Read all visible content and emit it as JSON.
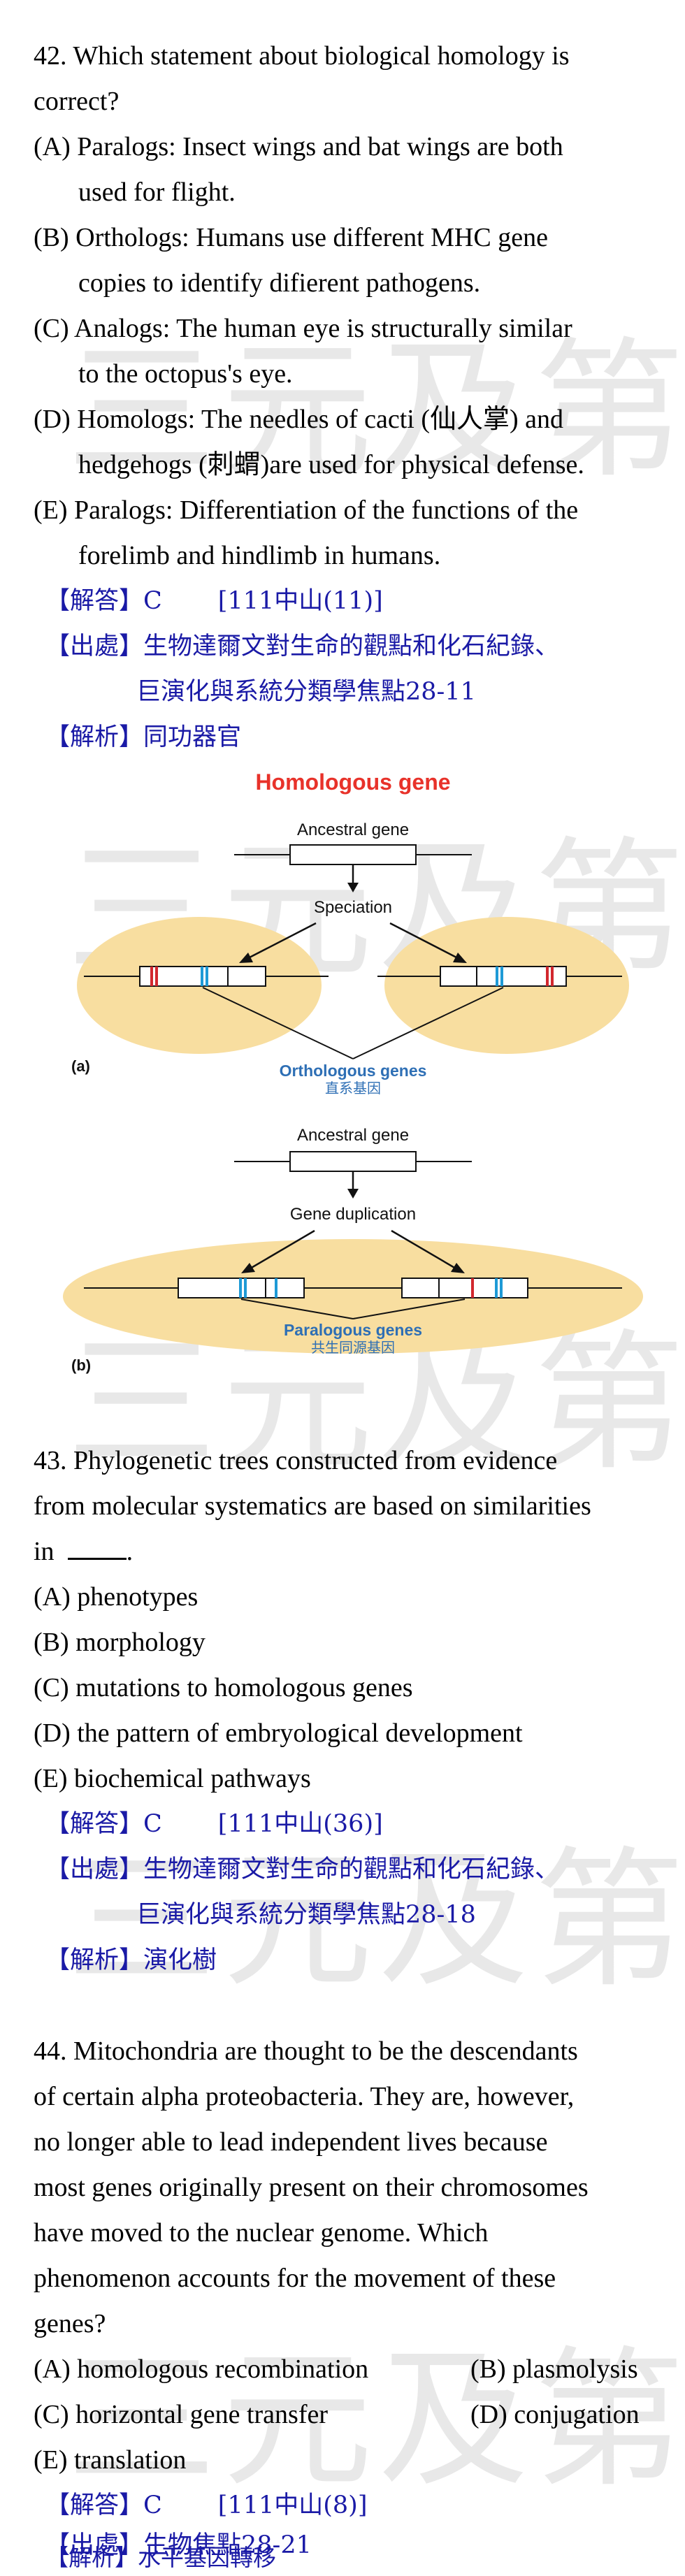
{
  "watermark": "三元及第",
  "q42": {
    "stem": [
      "42. Which statement about biological homology is",
      "correct?"
    ],
    "options": [
      [
        "(A) Paralogs: Insect wings and bat wings are both",
        "used for flight."
      ],
      [
        "(B) Orthologs: Humans use different MHC gene",
        "copies to identify difierent pathogens."
      ],
      [
        "(C) Analogs: The human eye is structurally similar",
        "to the octopus's eye."
      ],
      [
        "(D) Homologs: The needles of cacti (仙人掌) and",
        "hedgehogs (刺蝟)are used for physical defense."
      ],
      [
        "(E) Paralogs: Differentiation of the functions of the",
        "forelimb and hindlimb in humans."
      ]
    ],
    "answer_label": "【解答】",
    "answer": "C",
    "answer_ref": "[111中山(11)]",
    "source_label": "【出處】",
    "source": [
      "生物達爾文對生命的觀點和化石紀錄、",
      "巨演化與系統分類學焦點28-11"
    ],
    "explain_label": "【解析】",
    "explain": "同功器官"
  },
  "diagram": {
    "title": "Homologous gene",
    "panel_a": {
      "label": "(a)",
      "ancestral": "Ancestral gene",
      "event": "Speciation",
      "caption_en": "Orthologous genes",
      "caption_zh": "直系基因"
    },
    "panel_b": {
      "label": "(b)",
      "ancestral": "Ancestral gene",
      "event": "Gene duplication",
      "caption_en": "Paralogous genes",
      "caption_zh": "共生同源基因"
    },
    "colors": {
      "title": "#e8322a",
      "caption": "#2e6fb5",
      "ellipse": "#f8dea0",
      "red_band": "#d2282e",
      "blue_band": "#1e9ad6"
    }
  },
  "q43": {
    "stem": [
      "43. Phylogenetic trees constructed from evidence",
      "from molecular systematics are based on similarities",
      "in"
    ],
    "stem_end": ".",
    "options": [
      "(A) phenotypes",
      "(B) morphology",
      "(C) mutations to homologous genes",
      "(D) the pattern of embryological development",
      "(E) biochemical pathways"
    ],
    "answer_label": "【解答】",
    "answer": "C",
    "answer_ref": "[111中山(36)]",
    "source_label": "【出處】",
    "source": [
      "生物達爾文對生命的觀點和化石紀錄、",
      "巨演化與系統分類學焦點28-18"
    ],
    "explain_label": "【解析】",
    "explain": "演化樹"
  },
  "q44": {
    "stem": [
      "44. Mitochondria are thought to be the descendants",
      "of certain alpha proteobacteria. They are, however,",
      "no longer able to lead independent lives because",
      "most genes originally present on their chromosomes",
      "have moved to the nuclear genome. Which",
      "phenomenon accounts for the movement of these",
      "genes?"
    ],
    "options": [
      "(A) homologous recombination",
      "(B) plasmolysis",
      "(C) horizontal gene transfer",
      "(D) conjugation",
      "(E) translation"
    ],
    "answer_label": "【解答】",
    "answer": "C",
    "answer_ref": "[111中山(8)]",
    "source_label": "【出處】",
    "source": [
      "生物焦點28-21"
    ],
    "explain_label": "【解析】",
    "explain": "水平基因轉移"
  }
}
